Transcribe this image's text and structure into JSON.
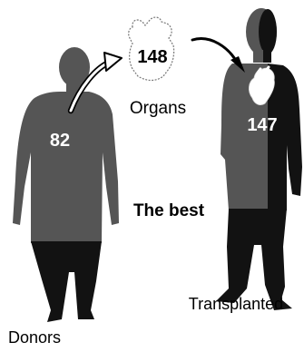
{
  "donors": {
    "label": "Donors",
    "count": "82"
  },
  "organs": {
    "label": "Organs",
    "count": "148"
  },
  "transplanted": {
    "label": "Transplanted",
    "count": "147"
  },
  "caption": "The best",
  "colors": {
    "silhouette_light": "#555555",
    "silhouette_dark": "#121212",
    "ink": "#000000",
    "paper": "#ffffff",
    "heart": "#ffffff"
  },
  "icons": [
    "donor-silhouette",
    "transplanted-silhouette",
    "organ-outline-icon",
    "heart-icon",
    "curved-arrow-icon"
  ]
}
